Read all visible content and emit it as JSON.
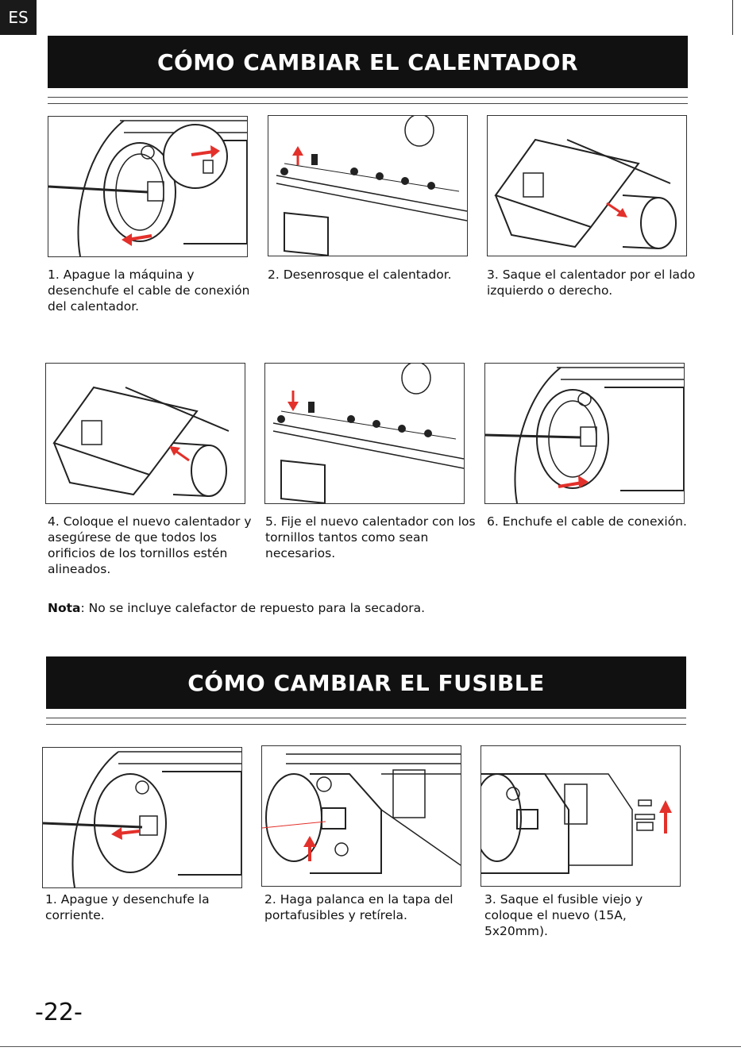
{
  "lang": "ES",
  "section_heater": {
    "title": "CÓMO CAMBIAR EL CALENTADOR",
    "steps": [
      "1. Apague la máquina y desenchufe el cable de conexión del calentador.",
      "2. Desenrosque el calentador.",
      "3. Saque el calentador por el lado izquierdo o derecho.",
      "4. Coloque el nuevo calentador y asegúrese de que todos los orificios de los tornillos estén alineados.",
      "5. Fije el nuevo calentador con los tornillos tantos como sean necesarios.",
      "6. Enchufe el cable de conexión."
    ]
  },
  "note": {
    "label": "Nota",
    "text": ": No se incluye calefactor de repuesto para la secadora."
  },
  "section_fuse": {
    "title": "CÓMO CAMBIAR EL FUSIBLE",
    "steps": [
      "1. Apague y desenchufe la corriente.",
      "2. Haga palanca en la tapa del portafusibles y retírela.",
      "3. Saque el fusible viejo y coloque el nuevo (15A, 5x20mm)."
    ]
  },
  "page_number": "-22-",
  "colors": {
    "banner": "#111111",
    "arrow": "#e3302a"
  }
}
